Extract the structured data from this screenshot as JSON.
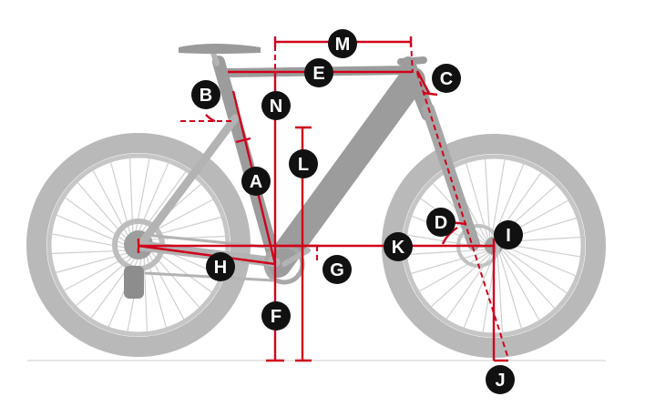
{
  "labels": {
    "A": "A",
    "B": "B",
    "C": "C",
    "D": "D",
    "E": "E",
    "F": "F",
    "G": "G",
    "H": "H",
    "I": "I",
    "J": "J",
    "K": "K",
    "L": "L",
    "M": "M",
    "N": "N"
  },
  "colors": {
    "measurement": "#d0021b",
    "badge": "#111111",
    "bike": "#a8a8a8"
  }
}
